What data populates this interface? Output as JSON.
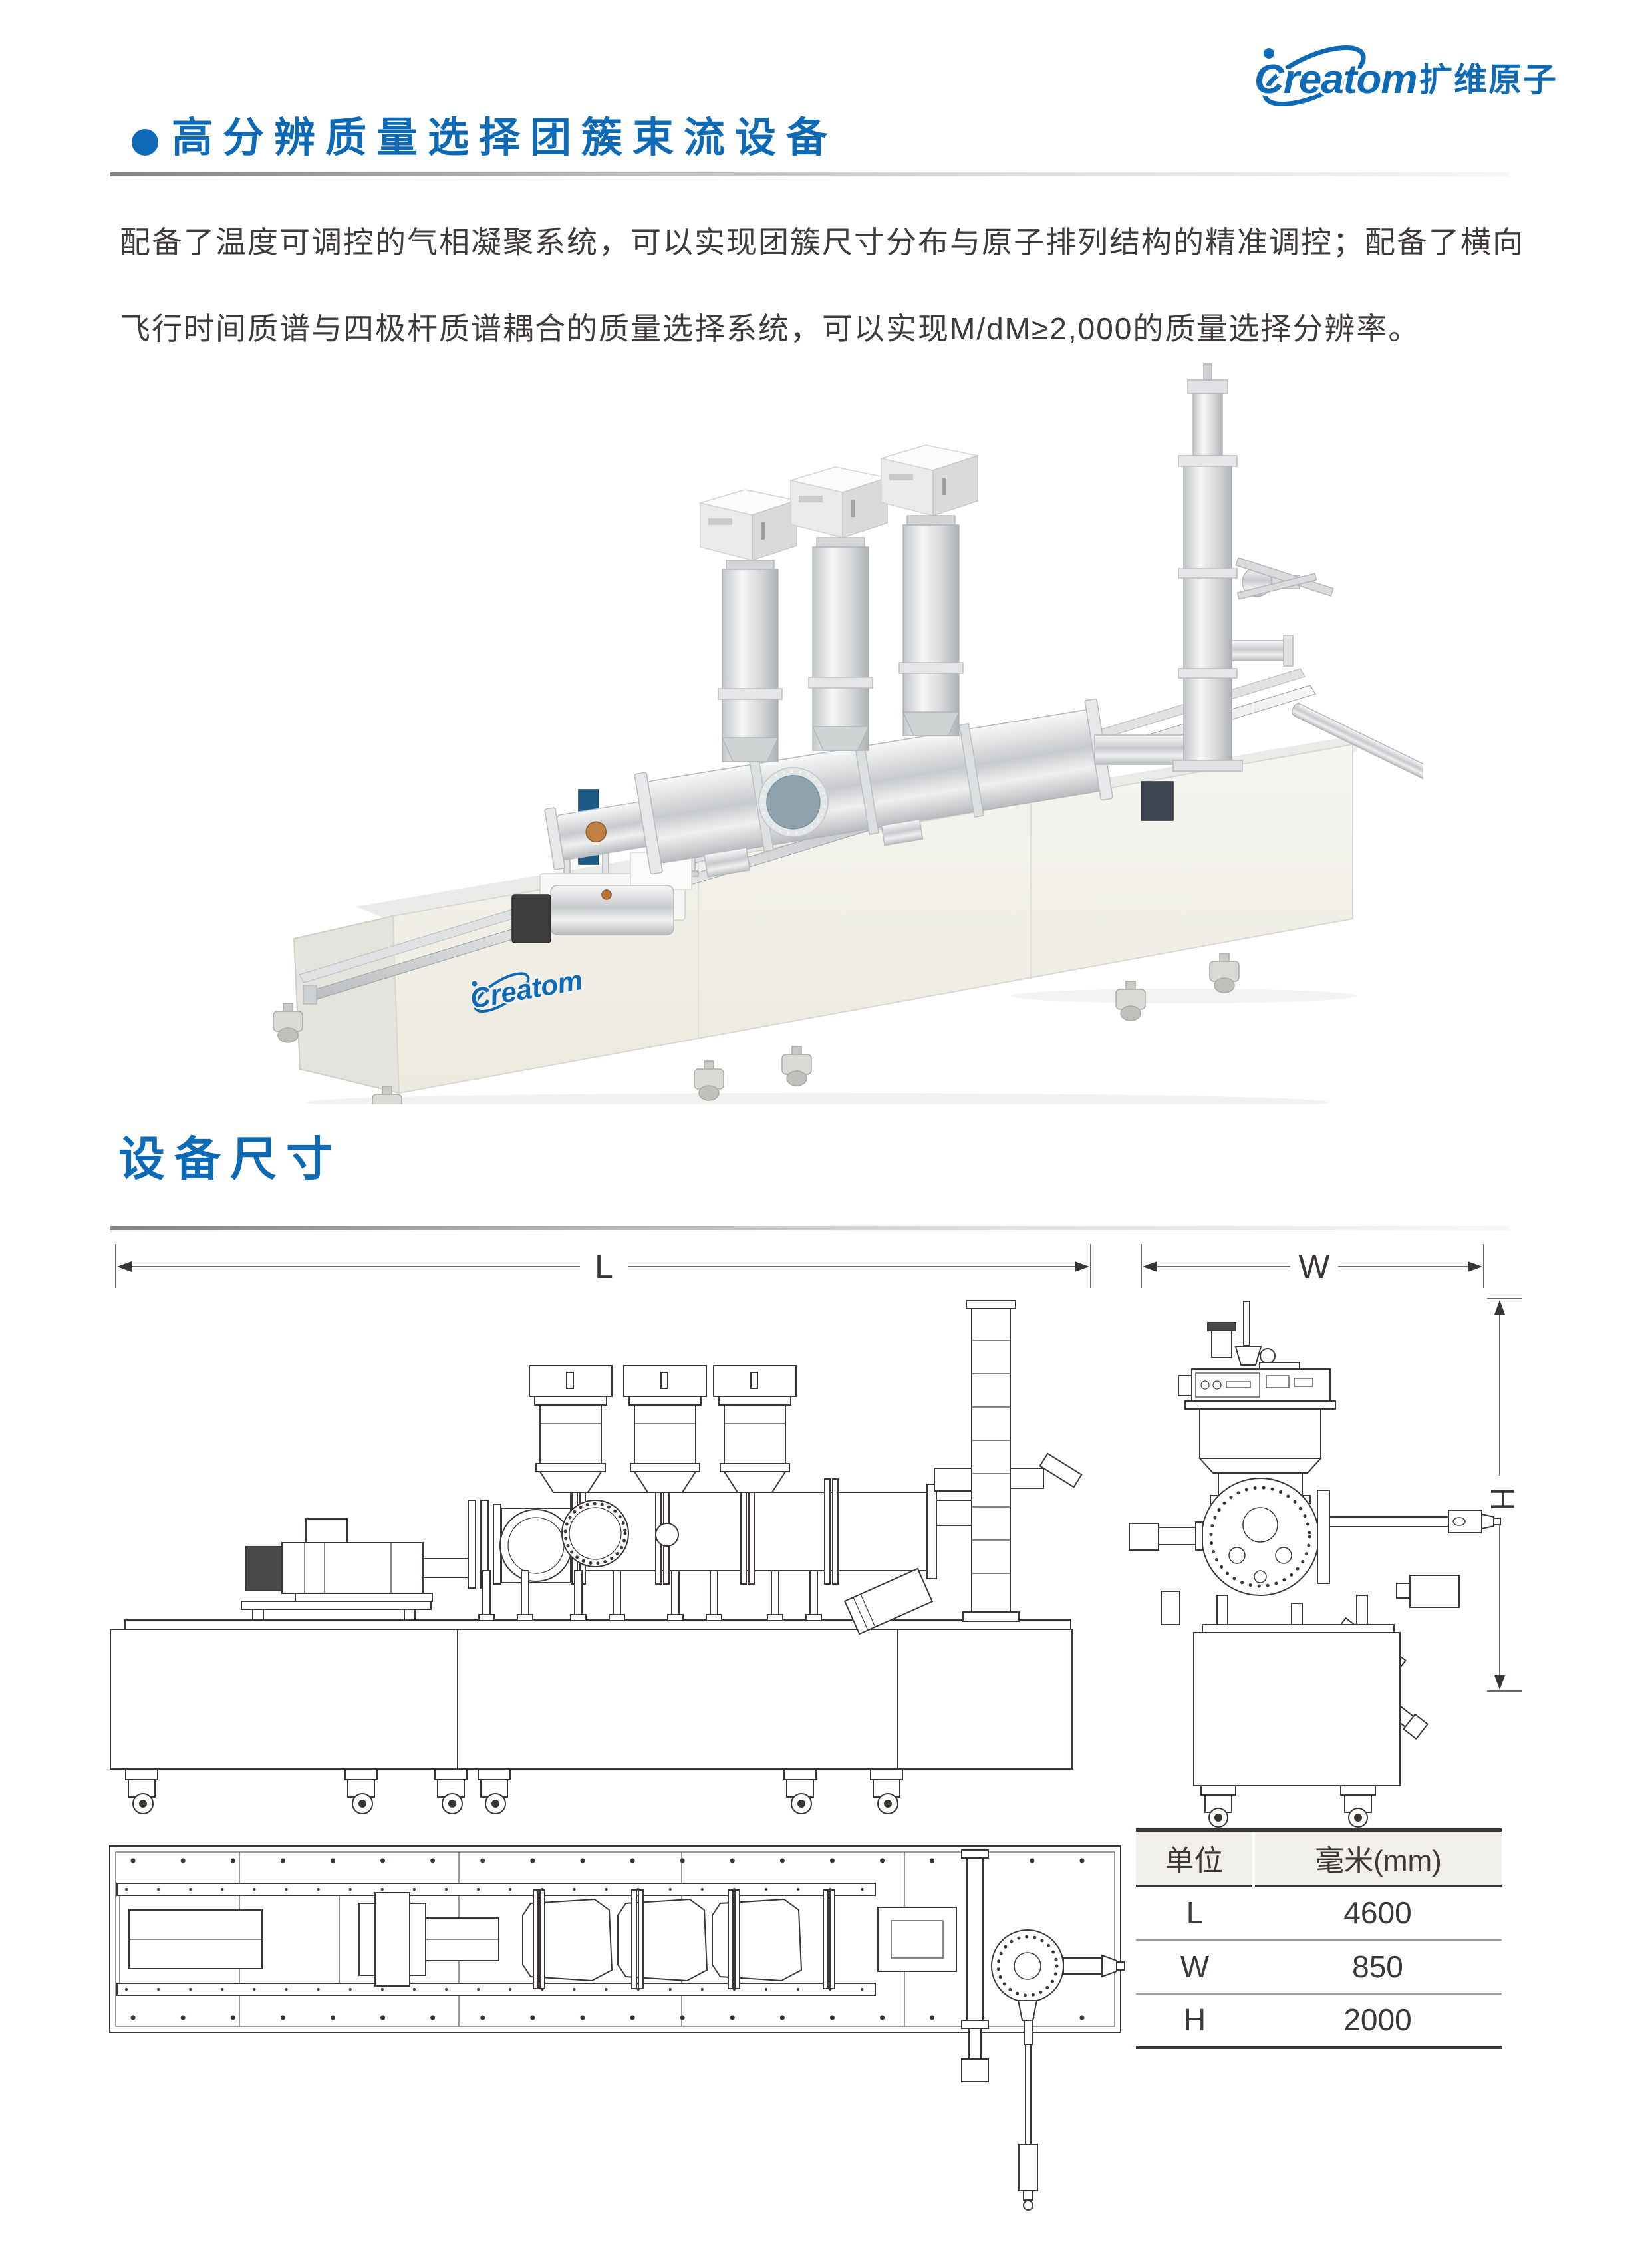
{
  "page": {
    "background": "#ffffff"
  },
  "brand": {
    "logo_text": "Creatom",
    "logo_cn": "扩维原子",
    "brand_blue": "#0f6ab5"
  },
  "title": {
    "text": "高分辨质量选择团簇束流设备"
  },
  "intro": {
    "line1": "配备了温度可调控的气相凝聚系统，可以实现团簇尺寸分布与原子排列结构的精准调控；配备了横向",
    "line2": "飞行时间质谱与四极杆质谱耦合的质量选择系统，可以实现M/dM≥2,000的质量选择分辨率。"
  },
  "product_render": {
    "cabinet_logo_text": "Creatom"
  },
  "dimensions": {
    "section_heading": "设备尺寸",
    "labels": {
      "length": "L",
      "width": "W",
      "height": "H"
    }
  },
  "size_table": {
    "headers": [
      "单位",
      "毫米(mm)"
    ],
    "rows": [
      {
        "unit": "L",
        "value": "4600"
      },
      {
        "unit": "W",
        "value": "850"
      },
      {
        "unit": "H",
        "value": "2000"
      }
    ]
  }
}
